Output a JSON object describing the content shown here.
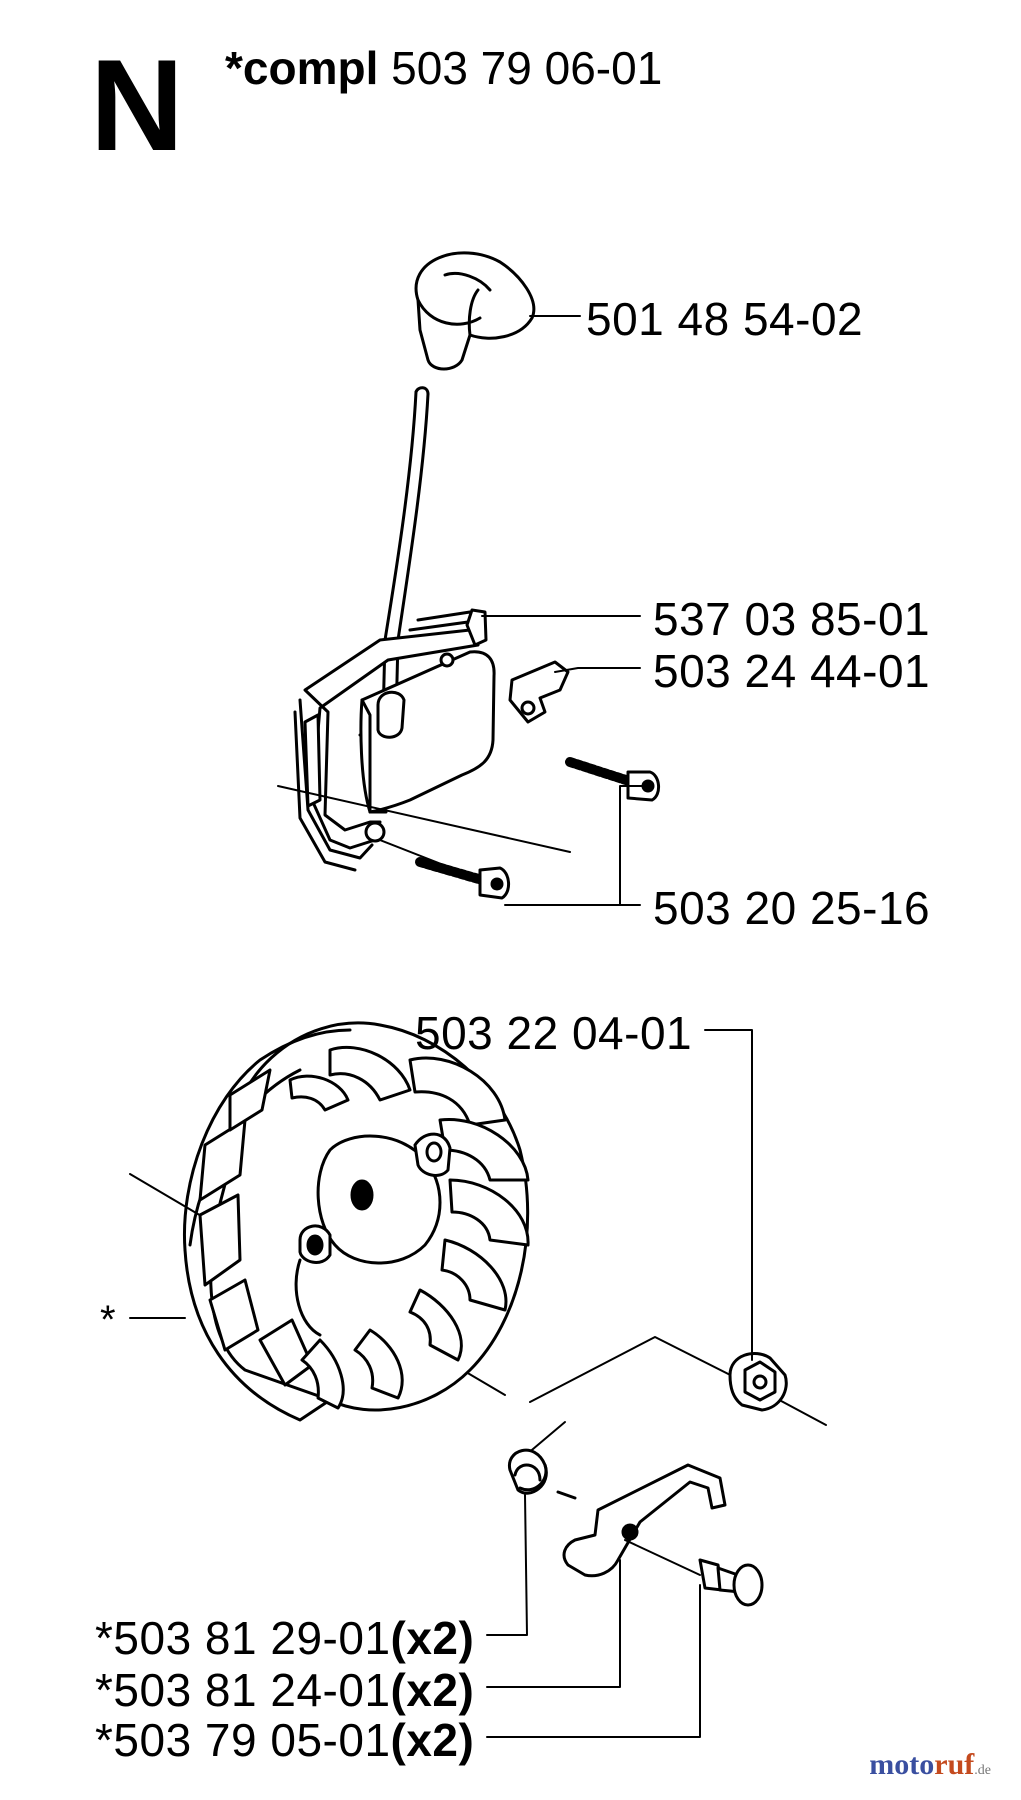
{
  "section_letter": "N",
  "title": {
    "prefix": "*compl",
    "number": "503 79 06-01"
  },
  "asterisk_label": "*",
  "parts": [
    {
      "id": "cap",
      "number": "501 48 54-02",
      "qty": ""
    },
    {
      "id": "terminal",
      "number": "537 03 85-01",
      "qty": ""
    },
    {
      "id": "plate",
      "number": "503 24 44-01",
      "qty": ""
    },
    {
      "id": "screw",
      "number": "503 20 25-16",
      "qty": ""
    },
    {
      "id": "nut",
      "number": "503 22 04-01",
      "qty": ""
    },
    {
      "id": "spring",
      "number": "*503 81 29-01",
      "qty": "(x2)"
    },
    {
      "id": "pawl",
      "number": "*503 81 24-01",
      "qty": "(x2)"
    },
    {
      "id": "pin",
      "number": "*503 79 05-01",
      "qty": "(x2)"
    }
  ],
  "watermark": {
    "part1": "moto",
    "part2": "ruf",
    "part3": ".de"
  }
}
